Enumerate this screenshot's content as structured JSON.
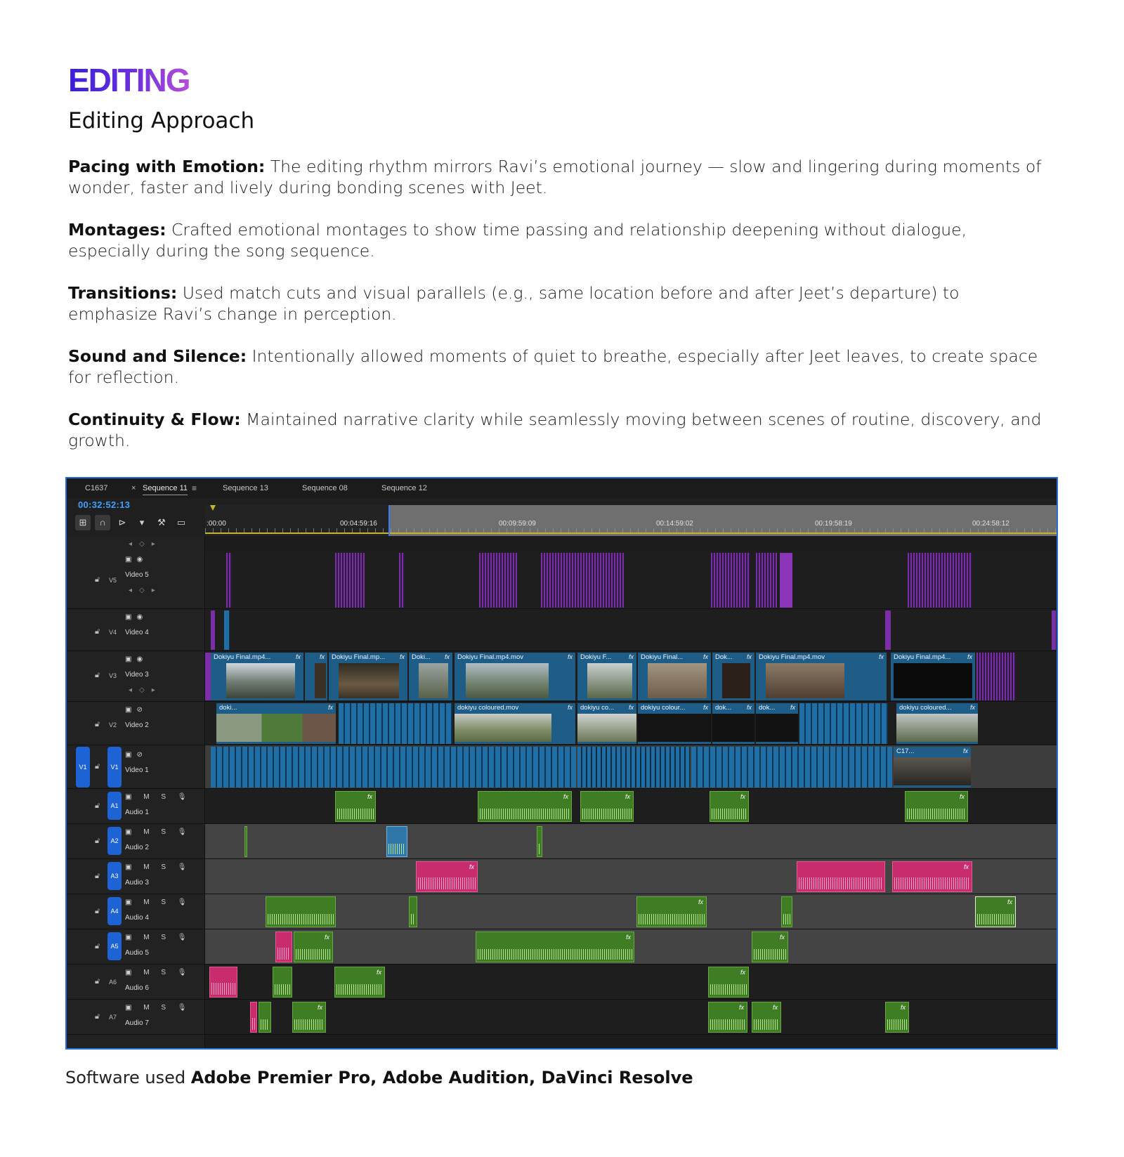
{
  "heading": "EDITING",
  "subheading": "Editing Approach",
  "paragraphs": [
    {
      "label": "Pacing with Emotion:",
      "text": " The editing rhythm mirrors Ravi’s emotional journey — slow and lingering during moments of wonder, faster and lively during bonding scenes with Jeet."
    },
    {
      "label": "Montages:",
      "text": " Crafted emotional montages to show time passing and relationship deepening without dialogue, especially during the song sequence."
    },
    {
      "label": "Transitions:",
      "text": " Used match cuts and visual parallels (e.g., same location before and after Jeet’s departure) to emphasize Ravi’s change in perception."
    },
    {
      "label": "Sound and Silence:",
      "text": " Intentionally allowed moments of quiet to breathe, especially after Jeet leaves, to create space for reflection."
    },
    {
      "label": "Continuity & Flow:",
      "text": " Maintained narrative clarity while seamlessly moving between scenes of routine, discovery, and growth."
    }
  ],
  "editor": {
    "tabs": [
      "C1637",
      "Sequence 11",
      "Sequence 13",
      "Sequence 08",
      "Sequence 12"
    ],
    "active_tab": "Sequence 11",
    "tab_close": "×",
    "tab_menu": "≡",
    "timecode": "00:32:52:13",
    "ruler_labels": [
      ":00:00",
      "00:04:59:16",
      "00:09:59:09",
      "00:14:59:02",
      "00:19:58:19",
      "00:24:58:12"
    ],
    "video_tracks": [
      {
        "id": "V5",
        "name": "Video 5"
      },
      {
        "id": "V4",
        "name": "Video 4"
      },
      {
        "id": "V3",
        "name": "Video 3"
      },
      {
        "id": "V2",
        "name": "Video 2"
      },
      {
        "id": "V1",
        "name": "Video 1",
        "source": "V1"
      }
    ],
    "audio_tracks": [
      {
        "id": "A1",
        "name": "Audio 1"
      },
      {
        "id": "A2",
        "name": "Audio 2"
      },
      {
        "id": "A3",
        "name": "Audio 3"
      },
      {
        "id": "A4",
        "name": "Audio 4"
      },
      {
        "id": "A5",
        "name": "Audio 5"
      },
      {
        "id": "A6",
        "name": "Audio 6"
      },
      {
        "id": "A7",
        "name": "Audio 7"
      }
    ],
    "track_icons": {
      "lock": "lock-icon",
      "eye": "eye-icon",
      "mute": "M",
      "solo": "S",
      "mic": "mic-icon"
    },
    "v3_clips": [
      "Dokiyu Final.mp4...",
      "Dokiyu Final.mp...",
      "Doki...",
      "Dokiyu Final.mp4.mov",
      "Dokiyu F...",
      "Dokiyu Final...",
      "Dok...",
      "Dokiyu Final.mp4.mov",
      "Dokiyu Final.mp4..."
    ],
    "v2_clips": [
      "doki...",
      "dokiyu coloured.mov",
      "dokiyu co...",
      "dokiyu colour...",
      "dok...",
      "dok...",
      "dokiyu coloured..."
    ],
    "v1_clips": [
      "C17..."
    ],
    "fx_label": "fx",
    "colors": {
      "video_blue": "#1f6ea5",
      "purple": "#7a2fa8",
      "audio_green": "#3f7d24",
      "audio_pink": "#c82c6c",
      "accent": "#2c6bd0"
    }
  },
  "footer": {
    "prefix": "Software used ",
    "tools": "Adobe Premier Pro, Adobe Audition, DaVinci Resolve"
  }
}
